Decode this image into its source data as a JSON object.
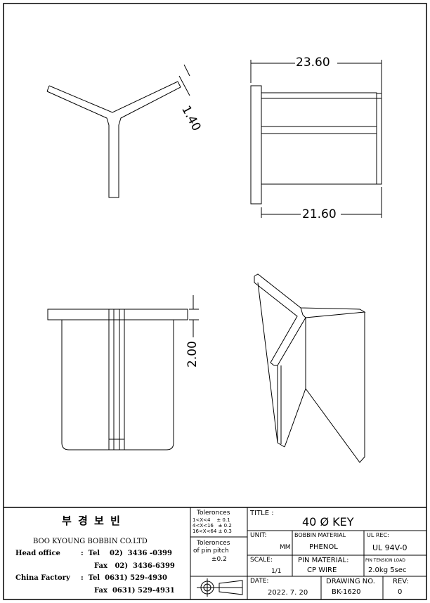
{
  "drawing": {
    "dim_top_width": "23.60",
    "dim_bottom_width": "21.60",
    "dim_thickness": "1.40",
    "dim_flange": "2.00"
  },
  "company": {
    "name_korean": "부 경 보 빈",
    "name": "BOO KYOUNG BOBBIN CO.LTD",
    "head_office_label": "Head office",
    "head_tel": ":  Tel    02)  3436 -0399",
    "head_fax": "Fax   02)  3436-6399",
    "china_label": "China Factory",
    "china_tel": ":  Tel  0631) 529-4930",
    "china_fax": "Fax  0631) 529-4931"
  },
  "tolerances": {
    "title": "Toleronces",
    "rows": [
      "1<X<4    ± 0.1",
      "4<X<16   ± 0.2",
      "16<X<64 ± 0.3"
    ],
    "pin_title": "Toleronces",
    "pin_sub": "of pin pitch",
    "pin_value": "±0.2"
  },
  "title_block": {
    "title_label": "TITLE :",
    "title": "40 Ø KEY",
    "unit_label": "UNIT:",
    "unit": "MM",
    "bobbin_material_label": "BOBBIN MATERIAL",
    "bobbin_material": "PHENOL",
    "ul_label": "UL REC:",
    "ul": "UL 94V-0",
    "scale_label": "SCALE:",
    "scale": "1/1",
    "pin_material_label": "PIN MATERIAL:",
    "pin_material": "CP WIRE",
    "pin_tension_label": "PIN TENSION LOAD",
    "pin_tension": "2.0kg 5sec",
    "date_label": "DATE:",
    "date": "2022. 7. 20",
    "drawing_no_label": "DRAWING NO.",
    "drawing_no": "BK-1620",
    "rev_label": "REV:",
    "rev": "0"
  }
}
